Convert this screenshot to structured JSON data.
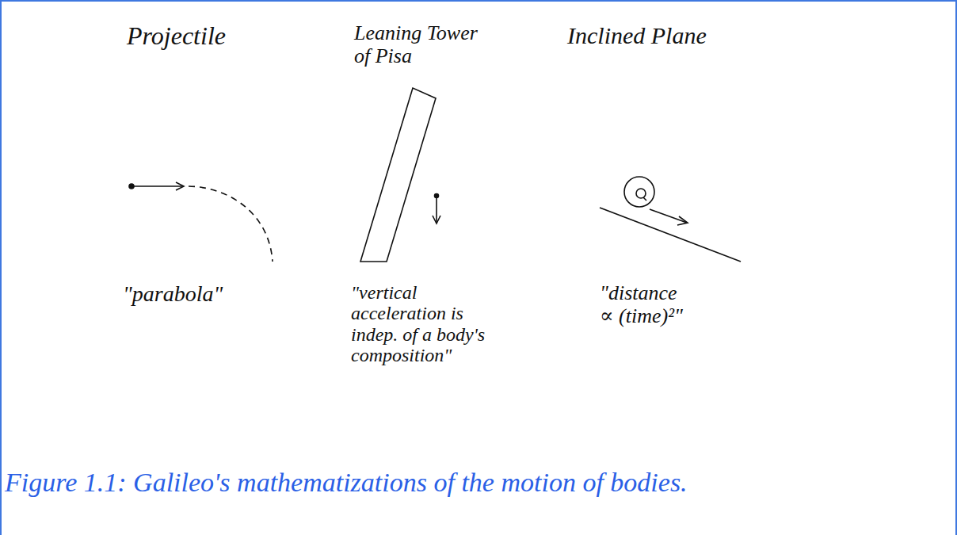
{
  "diagram": {
    "caption": "Figure 1.1: Galileo's mathematizations of the motion of bodies.",
    "labels": [
      "Projectile",
      "Leaning Tower of Pisa",
      "Inclined Plane",
      "\"parabola\"",
      "\"vertical acceleration is indep. of a body's composition\"",
      "\"distance ∝ (time)²\""
    ]
  }
}
